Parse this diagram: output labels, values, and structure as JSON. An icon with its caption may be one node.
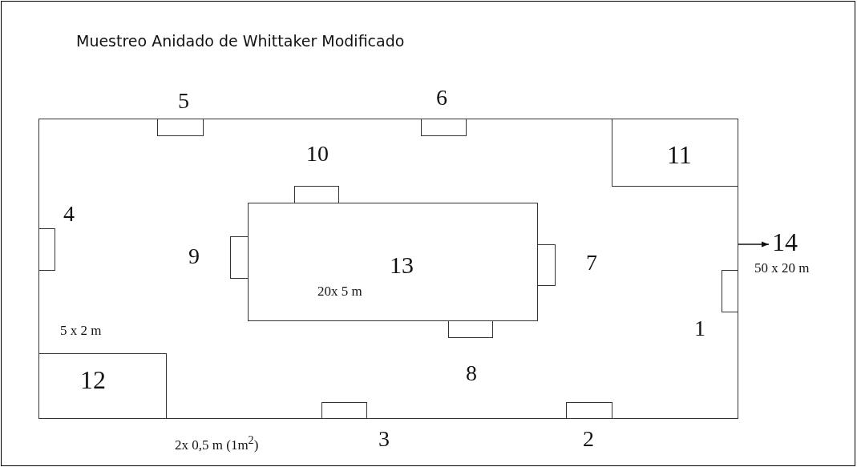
{
  "diagram": {
    "title": "Muestreo Anidado de Whittaker Modificado",
    "nodes": [
      {
        "text": [],
        "shape": "box"
      },
      {
        "text": [],
        "shape": "box",
        "in": 0,
        "beside": [
          "5"
        ]
      },
      {
        "text": [],
        "shape": "box",
        "in": 0,
        "beside": [
          "6"
        ]
      },
      {
        "text": [
          "11"
        ],
        "in": 0
      },
      {
        "text": [],
        "shape": "box",
        "in": 0,
        "beside": [
          "10"
        ]
      },
      {
        "text": [
          "13",
          "20x 5 m"
        ],
        "in": 0
      },
      {
        "text": [],
        "shape": "box",
        "in": 0,
        "beside": [
          "4"
        ]
      },
      {
        "text": [],
        "shape": "box",
        "in": 0,
        "beside": [
          "9"
        ]
      },
      {
        "text": [],
        "shape": "box",
        "in": 0,
        "beside": [
          "7"
        ]
      },
      {
        "text": [
          "14"
        ],
        "beside": [
          "50 x 20 m"
        ]
      },
      {
        "text": [],
        "shape": "box",
        "in": 0,
        "beside": [
          "1"
        ]
      },
      {
        "text": [],
        "shape": "box",
        "in": 0,
        "beside": [
          "8"
        ]
      },
      {
        "text": [
          "12"
        ],
        "in": 0
      },
      {
        "text": [],
        "shape": "box",
        "in": 0,
        "beside": [
          "3"
        ]
      },
      {
        "text": [],
        "shape": "box",
        "in": 0,
        "beside": [
          "2"
        ]
      }
    ],
    "edges": [
      {
        "from": 0,
        "to": 9,
        "arrow": "to"
      }
    ],
    "labels": [
      "5 x 2 m",
      "2x 0,5 m (1m$^{2}$)"
    ]
  }
}
